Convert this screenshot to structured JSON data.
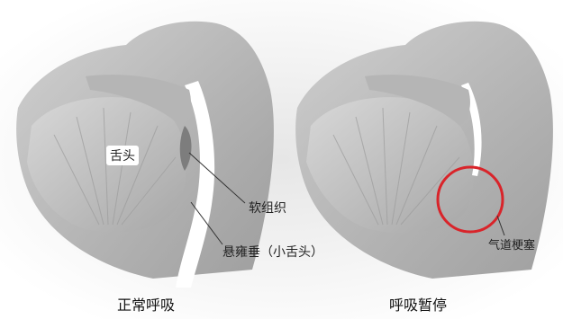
{
  "labels": {
    "tongue": "舌头",
    "soft_tissue": "软组织",
    "uvula": "悬雍垂（小舌头）",
    "airway_obstruction": "气道梗塞"
  },
  "captions": {
    "normal": "正常呼吸",
    "apnea": "呼吸暂停"
  },
  "colors": {
    "background": "#ffffff",
    "highlight_circle": "#d9242a",
    "tissue_gray": "#9a9a9a"
  }
}
